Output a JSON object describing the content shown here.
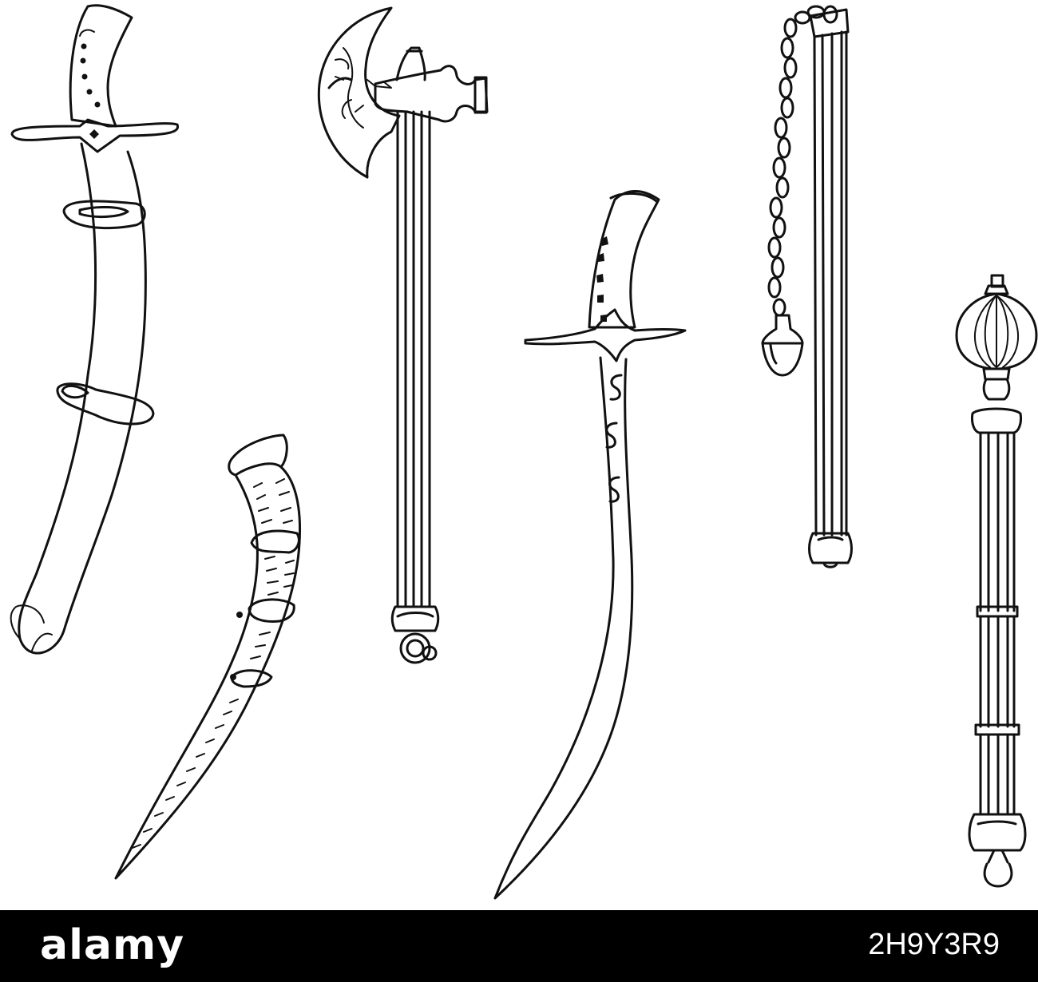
{
  "footer": {
    "brand": "alamy",
    "image_id": "2H9Y3R9"
  },
  "colors": {
    "background": "#ffffff",
    "line": "#111111",
    "footer_bg": "#000000",
    "footer_text": "#ffffff"
  },
  "illustration": {
    "items": [
      "sheathed-saber",
      "curved-dagger-sheath",
      "battle-axe",
      "scimitar",
      "flail",
      "mace"
    ]
  }
}
